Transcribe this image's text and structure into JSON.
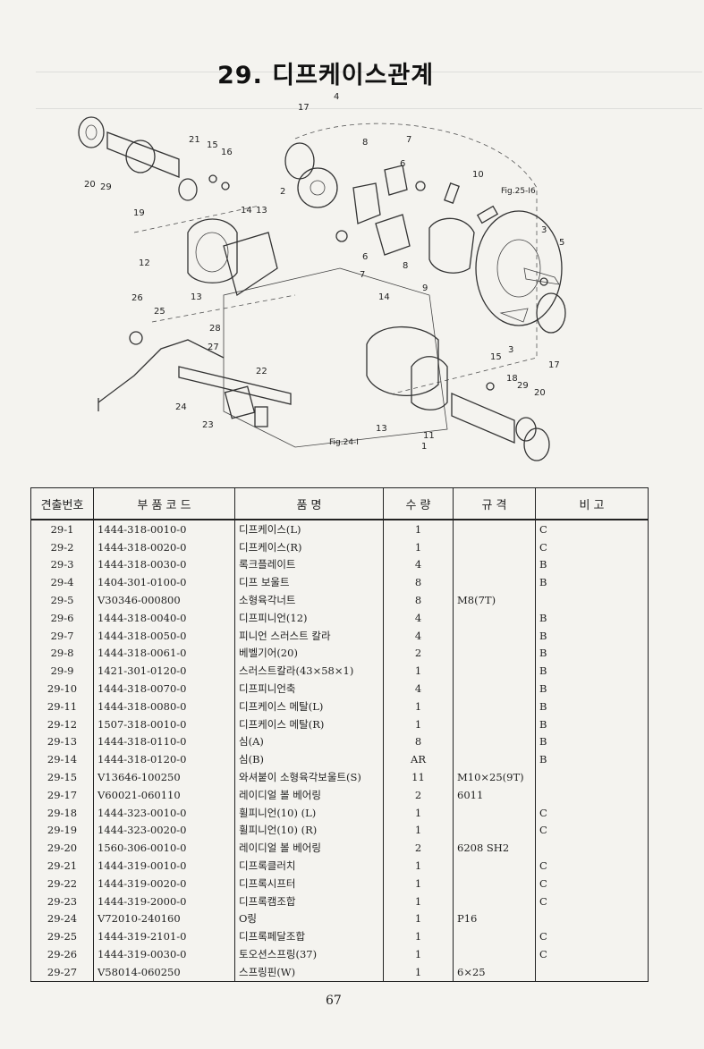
{
  "title": "29. 디프케이스관계",
  "diagram": {
    "callouts": [
      "1",
      "2",
      "3",
      "3",
      "4",
      "5",
      "6",
      "6",
      "7",
      "7",
      "8",
      "8",
      "9",
      "10",
      "11",
      "12",
      "13",
      "13",
      "13",
      "14",
      "14",
      "15",
      "15",
      "16",
      "17",
      "17",
      "18",
      "19",
      "20",
      "20",
      "21",
      "22",
      "23",
      "24",
      "25",
      "26",
      "27",
      "28",
      "29",
      "29"
    ],
    "fig_refs": [
      "Fig.25-I6",
      "Fig.24-I"
    ]
  },
  "table": {
    "headers": [
      "견출번호",
      "부 품 코 드",
      "품 명",
      "수 량",
      "규 격",
      "비 고"
    ],
    "rows": [
      {
        "no": "29-1",
        "code": "1444-318-0010-0",
        "name": "디프케이스(L)",
        "qty": "1",
        "spec": "",
        "remark": "C"
      },
      {
        "no": "29-2",
        "code": "1444-318-0020-0",
        "name": "디프케이스(R)",
        "qty": "1",
        "spec": "",
        "remark": "C"
      },
      {
        "no": "29-3",
        "code": "1444-318-0030-0",
        "name": "록크플레이트",
        "qty": "4",
        "spec": "",
        "remark": "B"
      },
      {
        "no": "29-4",
        "code": "1404-301-0100-0",
        "name": "디프 보울트",
        "qty": "8",
        "spec": "",
        "remark": "B"
      },
      {
        "no": "29-5",
        "code": "V30346-000800",
        "name": "소형육각너트",
        "qty": "8",
        "spec": "M8(7T)",
        "remark": ""
      },
      {
        "no": "29-6",
        "code": "1444-318-0040-0",
        "name": "디프피니언(12)",
        "qty": "4",
        "spec": "",
        "remark": "B"
      },
      {
        "no": "29-7",
        "code": "1444-318-0050-0",
        "name": "피니언 스러스트 칼라",
        "qty": "4",
        "spec": "",
        "remark": "B"
      },
      {
        "no": "29-8",
        "code": "1444-318-0061-0",
        "name": "베벨기어(20)",
        "qty": "2",
        "spec": "",
        "remark": "B"
      },
      {
        "no": "29-9",
        "code": "1421-301-0120-0",
        "name": "스러스트칼라(43×58×1)",
        "qty": "1",
        "spec": "",
        "remark": "B"
      },
      {
        "no": "29-10",
        "code": "1444-318-0070-0",
        "name": "디프피니언축",
        "qty": "4",
        "spec": "",
        "remark": "B"
      },
      {
        "no": "29-11",
        "code": "1444-318-0080-0",
        "name": "디프케이스 메탈(L)",
        "qty": "1",
        "spec": "",
        "remark": "B"
      },
      {
        "no": "29-12",
        "code": "1507-318-0010-0",
        "name": "디프케이스 메탈(R)",
        "qty": "1",
        "spec": "",
        "remark": "B"
      },
      {
        "no": "29-13",
        "code": "1444-318-0110-0",
        "name": "심(A)",
        "qty": "8",
        "spec": "",
        "remark": "B"
      },
      {
        "no": "29-14",
        "code": "1444-318-0120-0",
        "name": "심(B)",
        "qty": "AR",
        "spec": "",
        "remark": "B"
      },
      {
        "no": "29-15",
        "code": "V13646-100250",
        "name": "와셔붙이 소형육각보울트(S)",
        "qty": "11",
        "spec": "M10×25(9T)",
        "remark": ""
      },
      {
        "no": "29-17",
        "code": "V60021-060110",
        "name": "레이디얼 볼 베어링",
        "qty": "2",
        "spec": "6011",
        "remark": ""
      },
      {
        "no": "29-18",
        "code": "1444-323-0010-0",
        "name": "휠피니언(10) (L)",
        "qty": "1",
        "spec": "",
        "remark": "C"
      },
      {
        "no": "29-19",
        "code": "1444-323-0020-0",
        "name": "휠피니언(10) (R)",
        "qty": "1",
        "spec": "",
        "remark": "C"
      },
      {
        "no": "29-20",
        "code": "1560-306-0010-0",
        "name": "레이디얼 볼 베어링",
        "qty": "2",
        "spec": "6208 SH2",
        "remark": ""
      },
      {
        "no": "29-21",
        "code": "1444-319-0010-0",
        "name": "디프록클러치",
        "qty": "1",
        "spec": "",
        "remark": "C"
      },
      {
        "no": "29-22",
        "code": "1444-319-0020-0",
        "name": "디프록시프터",
        "qty": "1",
        "spec": "",
        "remark": "C"
      },
      {
        "no": "29-23",
        "code": "1444-319-2000-0",
        "name": "디프록캠조합",
        "qty": "1",
        "spec": "",
        "remark": "C"
      },
      {
        "no": "29-24",
        "code": "V72010-240160",
        "name": "O링",
        "qty": "1",
        "spec": "P16",
        "remark": ""
      },
      {
        "no": "29-25",
        "code": "1444-319-2101-0",
        "name": "디프록페달조합",
        "qty": "1",
        "spec": "",
        "remark": "C"
      },
      {
        "no": "29-26",
        "code": "1444-319-0030-0",
        "name": "토오션스프링(37)",
        "qty": "1",
        "spec": "",
        "remark": "C"
      },
      {
        "no": "29-27",
        "code": "V58014-060250",
        "name": "스프링핀(W)",
        "qty": "1",
        "spec": "6×25",
        "remark": ""
      }
    ]
  },
  "page_number": "67"
}
